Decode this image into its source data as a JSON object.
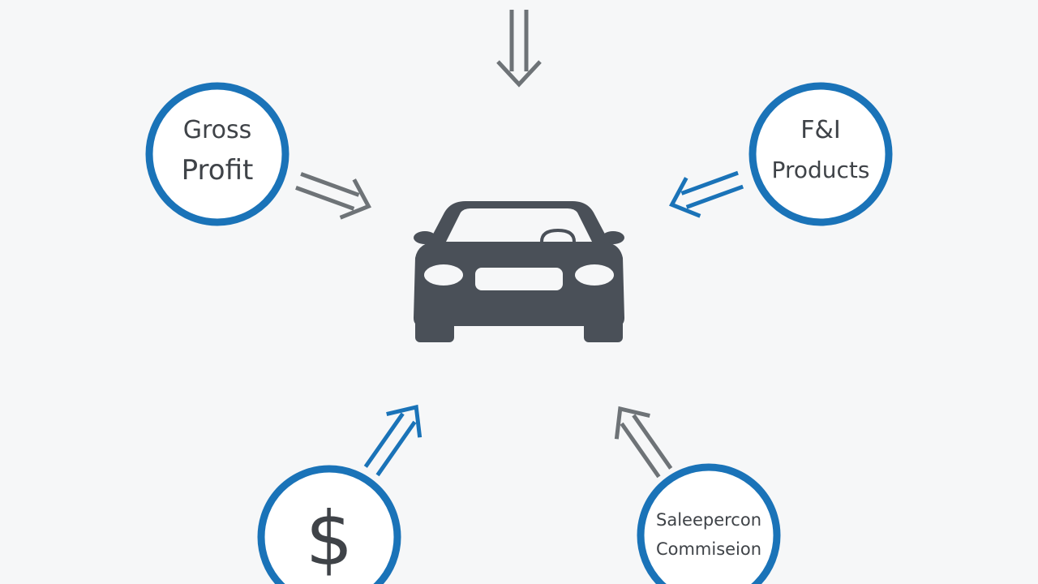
{
  "colors": {
    "background": "#f6f7f8",
    "ring": "#1a73b8",
    "ring_fill": "#ffffff",
    "text": "#3f4348",
    "car": "#4a5058",
    "arrow_gray": "#6e7377",
    "arrow_blue": "#1a73b8"
  },
  "center": {
    "icon": "car-icon"
  },
  "nodes": {
    "gross_profit": {
      "line1": "Gross",
      "line2": "Profit"
    },
    "fi_products": {
      "line1": "F&I",
      "line2": "Products"
    },
    "dollar": {
      "symbol": "$",
      "icon": "dollar-icon"
    },
    "salesperson_commission": {
      "line1": "Saleepercon",
      "line2": "Commiseion"
    }
  },
  "arrows": [
    {
      "id": "top",
      "style": "double-outline",
      "color": "gray"
    },
    {
      "id": "from-gross-profit",
      "style": "double-outline",
      "color": "gray"
    },
    {
      "id": "from-fi-products",
      "style": "double-outline",
      "color": "blue"
    },
    {
      "id": "from-dollar",
      "style": "double-outline",
      "color": "blue"
    },
    {
      "id": "from-salesperson-commission",
      "style": "double-outline",
      "color": "gray"
    }
  ]
}
